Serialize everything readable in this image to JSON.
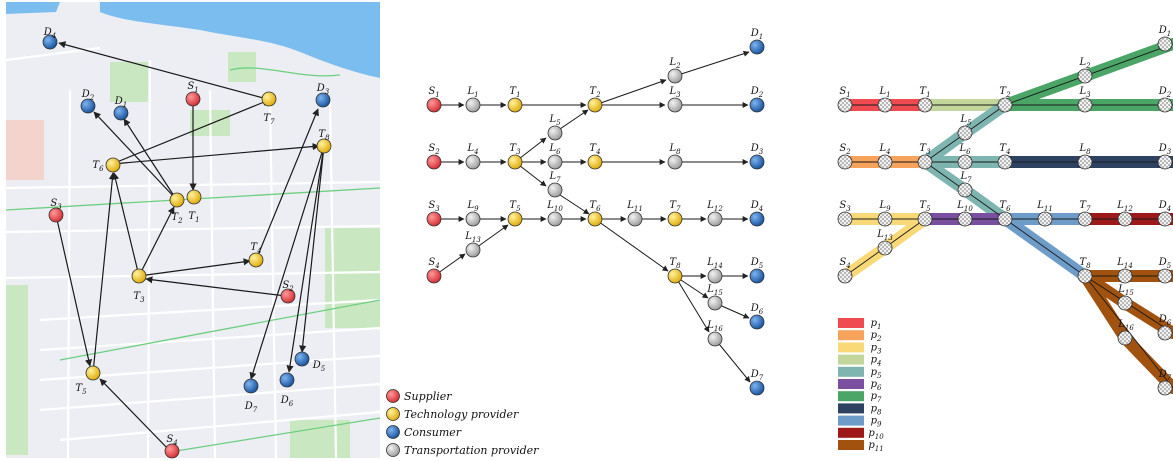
{
  "legend": [
    {
      "label": "Supplier",
      "color": "#e8383d"
    },
    {
      "label": "Technology provider",
      "color": "#f5c400"
    },
    {
      "label": "Consumer",
      "color": "#1f63b5"
    },
    {
      "label": "Transportation provider",
      "color": "#b4b4b4"
    }
  ],
  "map": {
    "nodes": [
      {
        "id": "D4",
        "label": "D4"
      },
      {
        "id": "S1",
        "label": "S1"
      },
      {
        "id": "T7",
        "label": "T7"
      },
      {
        "id": "D3",
        "label": "D3"
      },
      {
        "id": "D2",
        "label": "D2"
      },
      {
        "id": "D1",
        "label": "D1"
      },
      {
        "id": "T8",
        "label": "T8"
      },
      {
        "id": "T6",
        "label": "T6"
      },
      {
        "id": "T2",
        "label": "T2"
      },
      {
        "id": "T1",
        "label": "T1"
      },
      {
        "id": "S3",
        "label": "S3"
      },
      {
        "id": "T4",
        "label": "T4"
      },
      {
        "id": "T3",
        "label": "T3"
      },
      {
        "id": "S2",
        "label": "S2"
      },
      {
        "id": "T5",
        "label": "T5"
      },
      {
        "id": "D5",
        "label": "D5"
      },
      {
        "id": "D6",
        "label": "D6"
      },
      {
        "id": "D7",
        "label": "D7"
      },
      {
        "id": "S4",
        "label": "S4"
      }
    ]
  },
  "graph": {
    "nodes": [
      {
        "id": "S1",
        "label": "S1"
      },
      {
        "id": "L1",
        "label": "L1"
      },
      {
        "id": "T1",
        "label": "T1"
      },
      {
        "id": "T2",
        "label": "T2"
      },
      {
        "id": "L2",
        "label": "L2"
      },
      {
        "id": "D1",
        "label": "D1"
      },
      {
        "id": "L3",
        "label": "L3"
      },
      {
        "id": "D2",
        "label": "D2"
      },
      {
        "id": "S2",
        "label": "S2"
      },
      {
        "id": "L4",
        "label": "L4"
      },
      {
        "id": "T3",
        "label": "T3"
      },
      {
        "id": "L5",
        "label": "L5"
      },
      {
        "id": "L6",
        "label": "L6"
      },
      {
        "id": "L7",
        "label": "L7"
      },
      {
        "id": "T4",
        "label": "T4"
      },
      {
        "id": "L8",
        "label": "L8"
      },
      {
        "id": "D3",
        "label": "D3"
      },
      {
        "id": "S3",
        "label": "S3"
      },
      {
        "id": "L9",
        "label": "L9"
      },
      {
        "id": "T5",
        "label": "T5"
      },
      {
        "id": "L10",
        "label": "L10"
      },
      {
        "id": "T6",
        "label": "T6"
      },
      {
        "id": "L11",
        "label": "L11"
      },
      {
        "id": "T7",
        "label": "T7"
      },
      {
        "id": "L12",
        "label": "L12"
      },
      {
        "id": "D4",
        "label": "D4"
      },
      {
        "id": "L13",
        "label": "L13"
      },
      {
        "id": "S4",
        "label": "S4"
      },
      {
        "id": "T8",
        "label": "T8"
      },
      {
        "id": "L14",
        "label": "L14"
      },
      {
        "id": "D5",
        "label": "D5"
      },
      {
        "id": "L15",
        "label": "L15"
      },
      {
        "id": "D6",
        "label": "D6"
      },
      {
        "id": "L16",
        "label": "L16"
      },
      {
        "id": "D7",
        "label": "D7"
      }
    ]
  },
  "paths_legend": [
    {
      "label": "p1",
      "color": "#ef4b50"
    },
    {
      "label": "p2",
      "color": "#f7a35c"
    },
    {
      "label": "p3",
      "color": "#f9d878"
    },
    {
      "label": "p4",
      "color": "#c3d69b"
    },
    {
      "label": "p5",
      "color": "#7fb5b0"
    },
    {
      "label": "p6",
      "color": "#7b4fa0"
    },
    {
      "label": "p7",
      "color": "#4aa567"
    },
    {
      "label": "p8",
      "color": "#2d4261"
    },
    {
      "label": "p9",
      "color": "#6e9cc8"
    },
    {
      "label": "p10",
      "color": "#9e1a1a"
    },
    {
      "label": "p11",
      "color": "#a0520e"
    }
  ]
}
